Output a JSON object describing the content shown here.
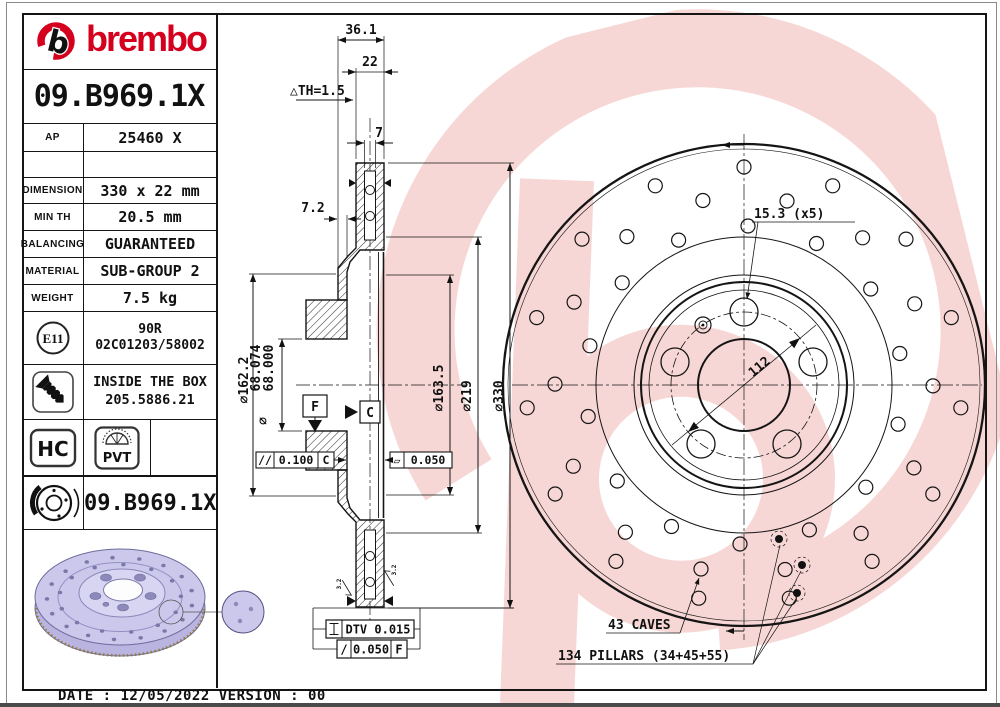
{
  "brand": {
    "wordmark": "brembo"
  },
  "header": {
    "part_number": "09.B969.1X"
  },
  "spec_table": {
    "rows": [
      {
        "label": "AP",
        "value": "25460 X"
      },
      {
        "label": "",
        "value": ""
      },
      {
        "label": "DIMENSION",
        "value": "330 x 22 mm"
      },
      {
        "label": "MIN TH",
        "value": "20.5 mm"
      },
      {
        "label": "BALANCING",
        "value": "GUARANTEED"
      },
      {
        "label": "MATERIAL",
        "value": "SUB-GROUP 2"
      },
      {
        "label": "WEIGHT",
        "value": "7.5 kg"
      }
    ],
    "homologation": {
      "badge": "E11",
      "line1": "90R",
      "line2": "02C01203/58002"
    },
    "box_content": {
      "line1": "INSIDE THE BOX",
      "line2": "205.5886.21"
    },
    "badges": {
      "hc": "HC",
      "pvt": "PVT"
    },
    "part_row": {
      "value": "09.B969.1X"
    }
  },
  "section_view": {
    "width_total": "36.1",
    "width_band": "22",
    "th_note": "△TH=1.5",
    "vent_width": "7",
    "hat_thickness": "7.2",
    "dia_hat": "⌀162.2",
    "bore_upper": "68.074",
    "bore_lower": "68.000",
    "dia_symbol": "⌀",
    "dia_drum": "⌀163.5",
    "dia_inner": "⌀219",
    "dia_outer": "⌀330",
    "datum_f": "F",
    "datum_c": "C",
    "parallelism": {
      "symbol": "//",
      "value": "0.100",
      "datum": "C"
    },
    "flatness": {
      "symbol": "▱",
      "value": "0.050"
    },
    "dtv": {
      "value": "DTV 0.015"
    },
    "runout": {
      "symbol": "/",
      "value": "0.050",
      "datum": "F"
    },
    "roughness_left": "3.2",
    "roughness_right": "3.2"
  },
  "disc_view": {
    "bolt_holes": "15.3 (x5)",
    "pcd": "112",
    "caves": "43 CAVES",
    "pillars": "134 PILLARS (34+45+55)"
  },
  "footer": {
    "text": "DATE : 12/05/2022 VERSION : 00"
  },
  "colors": {
    "brand_red": "#d5001e",
    "watermark_pink": "#f7d7d5",
    "disc_lavender": "#cbc8ec",
    "line": "#151515"
  }
}
